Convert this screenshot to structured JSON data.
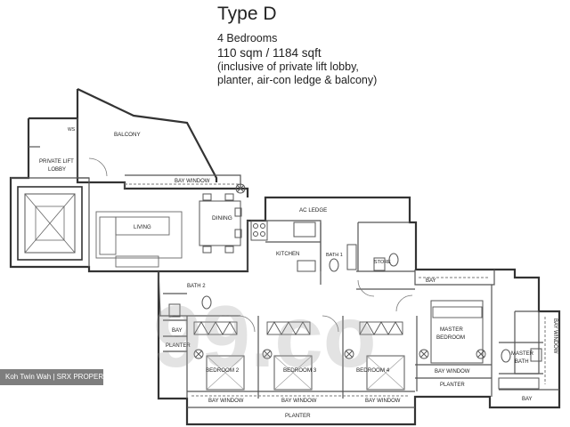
{
  "header": {
    "title": "Type D",
    "bedrooms": "4 Bedrooms",
    "area": "110 sqm / 1184 sqft",
    "note_line1": "(inclusive of private lift lobby,",
    "note_line2": "planter, air-con ledge & balcony)"
  },
  "rooms": {
    "balcony": "BALCONY",
    "private_lift_lobby_1": "PRIVATE LIFT",
    "private_lift_lobby_2": "LOBBY",
    "bay_window_living": "BAY WINDOW",
    "dining": "DINING",
    "living": "LIVING",
    "ac_ledge": "AC LEDGE",
    "kitchen": "KITCHEN",
    "bath_1": "BATH 1",
    "store": "STORE",
    "bath_2": "BATH 2",
    "bay_bath2": "BAY",
    "planter_left": "PLANTER",
    "bedroom_2": "BEDROOM 2",
    "bedroom_3": "BEDROOM 3",
    "bedroom_4": "BEDROOM 4",
    "master_bedroom_1": "MASTER",
    "master_bedroom_2": "BEDROOM",
    "master_bath_1": "MASTER",
    "master_bath_2": "BATH",
    "bay_master": "BAY",
    "bay_window_master": "BAY WINDOW",
    "planter_master": "PLANTER",
    "bay_window_right": "BAY WINDOW",
    "bay_bottom_right": "BAY",
    "bay_window_bed2": "BAY WINDOW",
    "bay_window_bed3": "BAY WINDOW",
    "bay_window_bed4": "BAY WINDOW",
    "planter_bottom": "PLANTER",
    "ws": "WS"
  },
  "watermark": "99.co",
  "credit": "Koh Twin Wah | SRX PROPERTY"
}
